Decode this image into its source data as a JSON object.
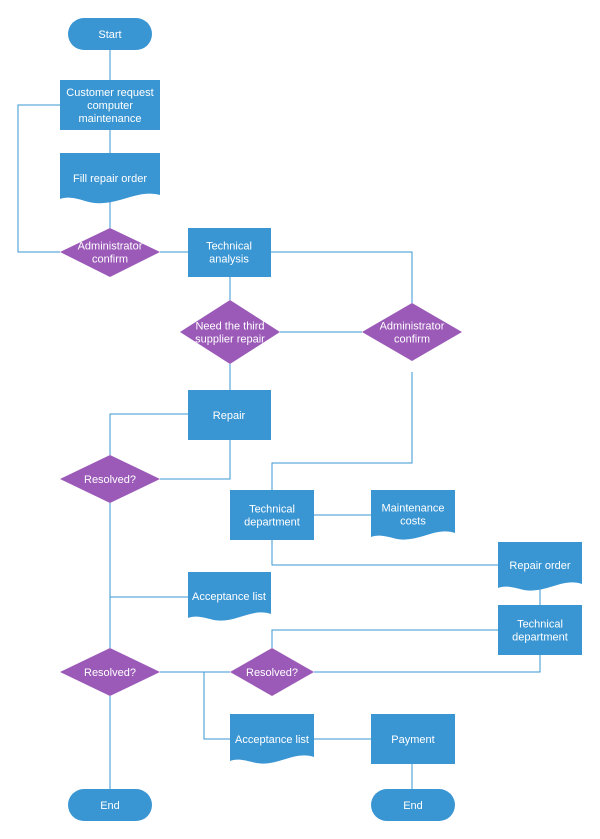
{
  "colors": {
    "process": "#3a96d3",
    "decision": "#9b5ab8",
    "line": "#3a96d3",
    "text": "#ffffff"
  },
  "nodes": {
    "start": {
      "lines": [
        "Start"
      ]
    },
    "customer_request": {
      "lines": [
        "Customer request",
        "computer",
        "maintenance"
      ]
    },
    "fill_repair_order": {
      "lines": [
        "Fill repair order"
      ]
    },
    "admin_confirm_1": {
      "lines": [
        "Administrator",
        "confirm"
      ]
    },
    "technical_analysis": {
      "lines": [
        "Technical",
        "analysis"
      ]
    },
    "need_third_supplier": {
      "lines": [
        "Need the third",
        "supplier repair"
      ]
    },
    "admin_confirm_2": {
      "lines": [
        "Administrator",
        "confirm"
      ]
    },
    "repair": {
      "lines": [
        "Repair"
      ]
    },
    "resolved_1": {
      "lines": [
        "Resolved?"
      ]
    },
    "technical_department_1": {
      "lines": [
        "Technical",
        "department"
      ]
    },
    "maintenance_costs": {
      "lines": [
        "Maintenance",
        "costs"
      ]
    },
    "repair_order": {
      "lines": [
        "Repair order"
      ]
    },
    "technical_department_2": {
      "lines": [
        "Technical",
        "department"
      ]
    },
    "acceptance_list_1": {
      "lines": [
        "Acceptance list"
      ]
    },
    "resolved_2": {
      "lines": [
        "Resolved?"
      ]
    },
    "resolved_3": {
      "lines": [
        "Resolved?"
      ]
    },
    "acceptance_list_2": {
      "lines": [
        "Acceptance list"
      ]
    },
    "payment": {
      "lines": [
        "Payment"
      ]
    },
    "end_1": {
      "lines": [
        "End"
      ]
    },
    "end_2": {
      "lines": [
        "End"
      ]
    }
  }
}
